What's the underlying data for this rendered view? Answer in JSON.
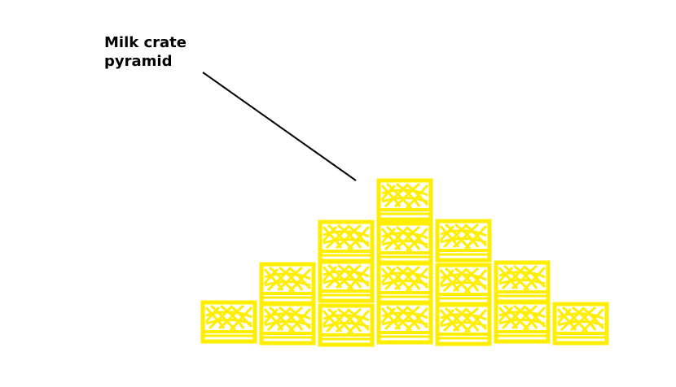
{
  "diagram": {
    "label_lines": [
      "Milk crate",
      "pyramid"
    ],
    "pointer_icon": "leader-line",
    "crate_icon": "milk-crate-icon",
    "crate_color": "#ffee00",
    "label_color": "#000000",
    "rows": [
      {
        "row": "bottom",
        "crate_count": 7
      },
      {
        "row": "second",
        "crate_count": 5
      },
      {
        "row": "third",
        "crate_count": 3
      },
      {
        "row": "top",
        "crate_count": 1
      }
    ],
    "total_crates": 16
  }
}
